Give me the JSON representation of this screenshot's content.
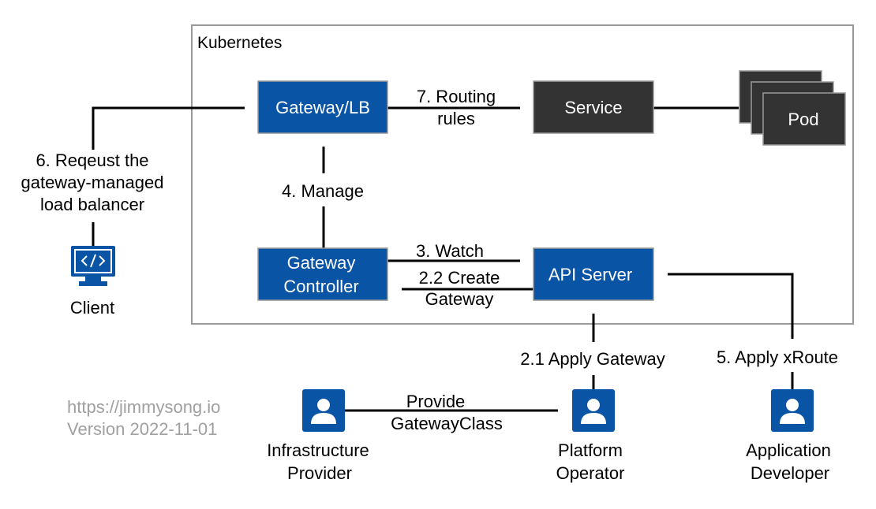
{
  "colors": {
    "blue": "#0a54a6",
    "dark": "#333333",
    "border": "#999999",
    "line": "#000000",
    "footer": "#a0a0a0"
  },
  "cluster": {
    "title": "Kubernetes"
  },
  "boxes": {
    "gateway_lb": "Gateway/LB",
    "service": "Service",
    "pod": "Pod",
    "gateway_controller": [
      "Gateway",
      "Controller"
    ],
    "api_server": "API Server"
  },
  "edges": {
    "routing": [
      "7. Routing",
      "rules"
    ],
    "manage": "4. Manage",
    "watch": "3. Watch",
    "create": [
      "2.2 Create",
      "Gateway"
    ],
    "request": [
      "6. Reqeust the",
      "gateway-managed",
      "load balancer"
    ],
    "apply_gateway": "2.1 Apply Gateway",
    "apply_xroute": "5. Apply xRoute",
    "provide": [
      "Provide",
      "GatewayClass"
    ]
  },
  "actors": {
    "client": "Client",
    "infrastructure_provider": [
      "Infrastructure",
      "Provider"
    ],
    "platform_operator": [
      "Platform",
      "Operator"
    ],
    "application_developer": [
      "Application",
      "Developer"
    ]
  },
  "icons": {
    "client": "monitor-code-icon",
    "person": "user-icon"
  },
  "footer": {
    "url": "https://jimmysong.io",
    "version": "Version 2022-11-01"
  }
}
